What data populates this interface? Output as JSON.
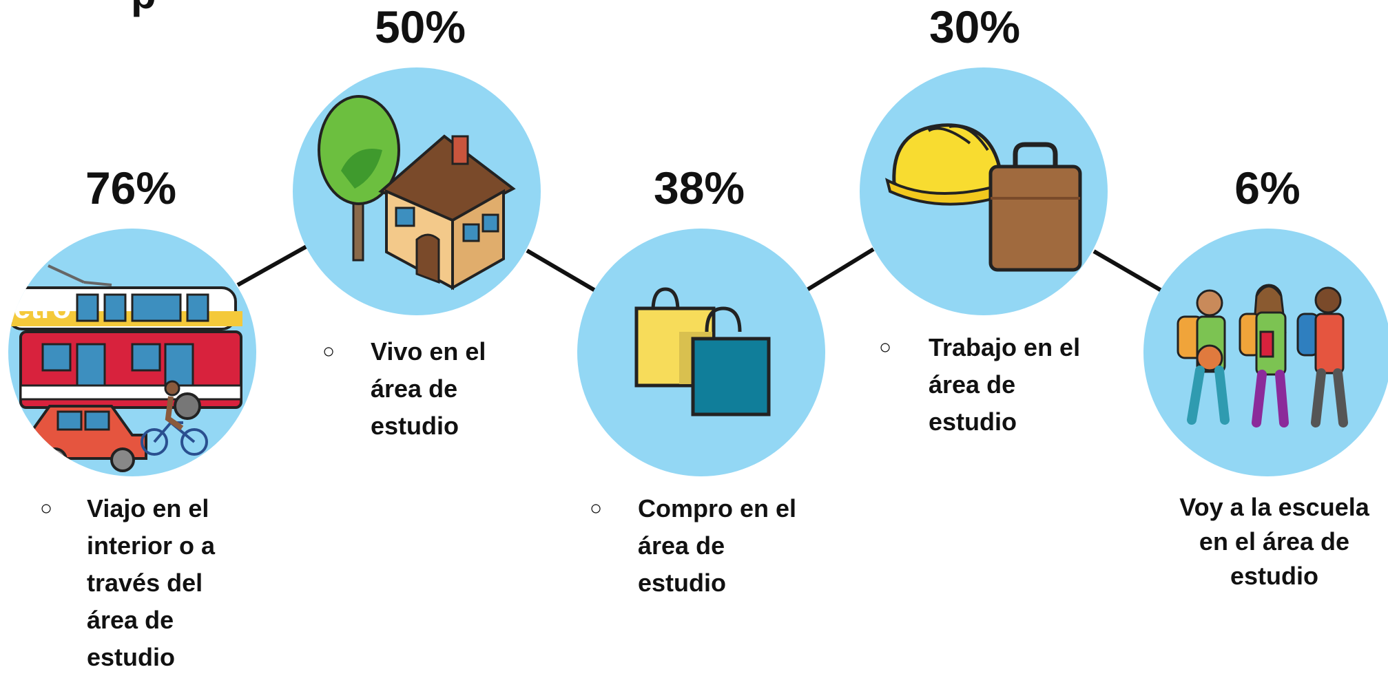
{
  "header_fragment": "p",
  "bullet_char": "○",
  "items": [
    {
      "percent": "76%",
      "label_lines": [
        "Viajo en el",
        "interior o a",
        "través del",
        "área de",
        "estudio"
      ],
      "icon": "transit-icon"
    },
    {
      "percent": "50%",
      "label_lines": [
        "Vivo en el",
        "área de",
        "estudio"
      ],
      "icon": "house-tree-icon"
    },
    {
      "percent": "38%",
      "label_lines": [
        "Compro en el",
        "área de",
        "estudio"
      ],
      "icon": "shopping-bags-icon"
    },
    {
      "percent": "30%",
      "label_lines": [
        "Trabajo en el",
        "área de",
        "estudio"
      ],
      "icon": "hardhat-briefcase-icon"
    },
    {
      "percent": "6%",
      "label_lines": [
        "Voy a la escuela",
        "en el área de",
        "estudio"
      ],
      "icon": "students-icon"
    }
  ],
  "bus_sign_text": "etro",
  "colors": {
    "circle": "#93d7f4",
    "connector": "#111111"
  }
}
